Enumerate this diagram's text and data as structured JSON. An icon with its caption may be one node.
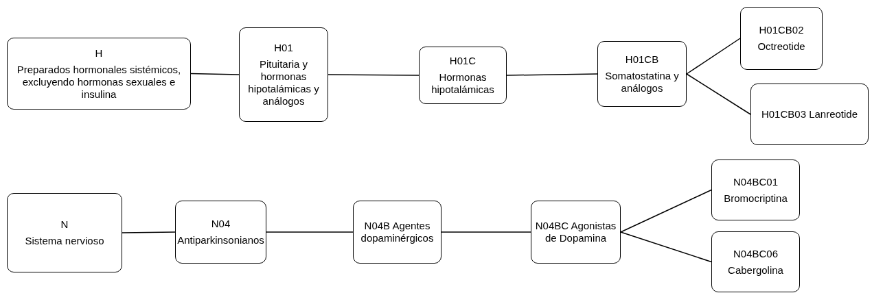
{
  "diagram": {
    "nodes": [
      {
        "text": [
          "H",
          "Preparados hormonales sistémicos, excluyendo hormonas sexuales e insulina"
        ]
      },
      {
        "text": [
          "H01",
          "Pituitaria y hormonas hipotalámicas y análogos"
        ]
      },
      {
        "text": [
          "H01C",
          "Hormonas hipotalámicas"
        ]
      },
      {
        "text": [
          "H01CB",
          "Somatostatina y análogos"
        ]
      },
      {
        "text": [
          "H01CB02",
          "Octreotide"
        ]
      },
      {
        "text": [
          "H01CB03 Lanreotide"
        ]
      },
      {
        "text": [
          "N",
          "Sistema nervioso"
        ]
      },
      {
        "text": [
          "N04",
          "Antiparkinsonianos"
        ]
      },
      {
        "text": [
          "N04B Agentes dopaminérgicos"
        ]
      },
      {
        "text": [
          "N04BC Agonistas de Dopamina"
        ]
      },
      {
        "text": [
          "N04BC01",
          "Bromocriptina"
        ]
      },
      {
        "text": [
          "N04BC06",
          "Cabergolina"
        ]
      }
    ],
    "edges": [
      {
        "from": 0,
        "to": 1,
        "arrow": "none"
      },
      {
        "from": 1,
        "to": 2,
        "arrow": "none"
      },
      {
        "from": 2,
        "to": 3,
        "arrow": "none"
      },
      {
        "from": 3,
        "to": 4,
        "arrow": "none"
      },
      {
        "from": 3,
        "to": 5,
        "arrow": "none"
      },
      {
        "from": 6,
        "to": 7,
        "arrow": "none"
      },
      {
        "from": 7,
        "to": 8,
        "arrow": "none"
      },
      {
        "from": 8,
        "to": 9,
        "arrow": "none"
      },
      {
        "from": 9,
        "to": 10,
        "arrow": "none"
      },
      {
        "from": 9,
        "to": 11,
        "arrow": "none"
      }
    ]
  }
}
